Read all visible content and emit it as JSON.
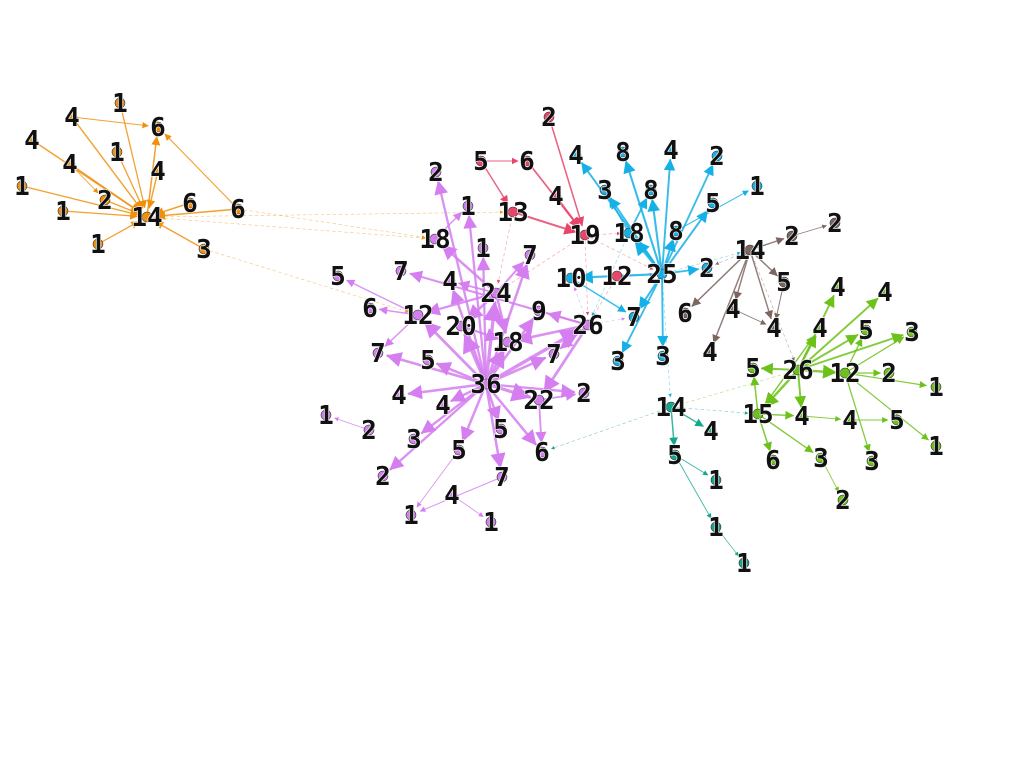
{
  "communities": {
    "orange": "#f0900c",
    "pink": "#e8456a",
    "purple": "#d47ef0",
    "cyan": "#15b0e6",
    "brown": "#7d6560",
    "green": "#6cc21a",
    "teal": "#12a890"
  },
  "nodes": [
    {
      "id": "o14",
      "label": "14",
      "c": "orange"
    },
    {
      "id": "o6a",
      "label": "6",
      "c": "orange"
    },
    {
      "id": "o6b",
      "label": "6",
      "c": "orange"
    },
    {
      "id": "o6c",
      "label": "6",
      "c": "orange"
    },
    {
      "id": "o4a",
      "label": "4",
      "c": "orange"
    },
    {
      "id": "o4b",
      "label": "4",
      "c": "orange"
    },
    {
      "id": "o4c",
      "label": "4",
      "c": "orange"
    },
    {
      "id": "o4d",
      "label": "4",
      "c": "orange"
    },
    {
      "id": "o1a",
      "label": "1",
      "c": "orange"
    },
    {
      "id": "o1b",
      "label": "1",
      "c": "orange"
    },
    {
      "id": "o1c",
      "label": "1",
      "c": "orange"
    },
    {
      "id": "o1d",
      "label": "1",
      "c": "orange"
    },
    {
      "id": "o1e",
      "label": "1",
      "c": "orange"
    },
    {
      "id": "o2",
      "label": "2",
      "c": "orange"
    },
    {
      "id": "o3",
      "label": "3",
      "c": "orange"
    },
    {
      "id": "p19",
      "label": "19",
      "c": "pink"
    },
    {
      "id": "p13",
      "label": "13",
      "c": "pink"
    },
    {
      "id": "p5",
      "label": "5",
      "c": "pink"
    },
    {
      "id": "p6",
      "label": "6",
      "c": "pink"
    },
    {
      "id": "p4",
      "label": "4",
      "c": "pink"
    },
    {
      "id": "p2",
      "label": "2",
      "c": "pink"
    },
    {
      "id": "p12",
      "label": "12",
      "c": "pink"
    },
    {
      "id": "v36",
      "label": "36",
      "c": "purple"
    },
    {
      "id": "v26",
      "label": "26",
      "c": "purple"
    },
    {
      "id": "v24",
      "label": "24",
      "c": "purple"
    },
    {
      "id": "v22",
      "label": "22",
      "c": "purple"
    },
    {
      "id": "v20",
      "label": "20",
      "c": "purple"
    },
    {
      "id": "v18a",
      "label": "18",
      "c": "purple"
    },
    {
      "id": "v18b",
      "label": "18",
      "c": "purple"
    },
    {
      "id": "v12",
      "label": "12",
      "c": "purple"
    },
    {
      "id": "v9",
      "label": "9",
      "c": "purple"
    },
    {
      "id": "v7a",
      "label": "7",
      "c": "purple"
    },
    {
      "id": "v7b",
      "label": "7",
      "c": "purple"
    },
    {
      "id": "v7c",
      "label": "7",
      "c": "purple"
    },
    {
      "id": "v7d",
      "label": "7",
      "c": "purple"
    },
    {
      "id": "v7e",
      "label": "7",
      "c": "purple"
    },
    {
      "id": "v6a",
      "label": "6",
      "c": "purple"
    },
    {
      "id": "v6b",
      "label": "6",
      "c": "purple"
    },
    {
      "id": "v5a",
      "label": "5",
      "c": "purple"
    },
    {
      "id": "v5b",
      "label": "5",
      "c": "purple"
    },
    {
      "id": "v5c",
      "label": "5",
      "c": "purple"
    },
    {
      "id": "v5d",
      "label": "5",
      "c": "purple"
    },
    {
      "id": "v4a",
      "label": "4",
      "c": "purple"
    },
    {
      "id": "v4b",
      "label": "4",
      "c": "purple"
    },
    {
      "id": "v4c",
      "label": "4",
      "c": "purple"
    },
    {
      "id": "v4d",
      "label": "4",
      "c": "purple"
    },
    {
      "id": "v3",
      "label": "3",
      "c": "purple"
    },
    {
      "id": "v2a",
      "label": "2",
      "c": "purple"
    },
    {
      "id": "v2b",
      "label": "2",
      "c": "purple"
    },
    {
      "id": "v2c",
      "label": "2",
      "c": "purple"
    },
    {
      "id": "v2d",
      "label": "2",
      "c": "purple"
    },
    {
      "id": "v1a",
      "label": "1",
      "c": "purple"
    },
    {
      "id": "v1b",
      "label": "1",
      "c": "purple"
    },
    {
      "id": "v1c",
      "label": "1",
      "c": "purple"
    },
    {
      "id": "v1d",
      "label": "1",
      "c": "purple"
    },
    {
      "id": "v1e",
      "label": "1",
      "c": "purple"
    },
    {
      "id": "c25",
      "label": "25",
      "c": "cyan"
    },
    {
      "id": "c18",
      "label": "18",
      "c": "cyan"
    },
    {
      "id": "c10",
      "label": "10",
      "c": "cyan"
    },
    {
      "id": "c8a",
      "label": "8",
      "c": "cyan"
    },
    {
      "id": "c8b",
      "label": "8",
      "c": "cyan"
    },
    {
      "id": "c8c",
      "label": "8",
      "c": "cyan"
    },
    {
      "id": "c7",
      "label": "7",
      "c": "cyan"
    },
    {
      "id": "c5",
      "label": "5",
      "c": "cyan"
    },
    {
      "id": "c4a",
      "label": "4",
      "c": "cyan"
    },
    {
      "id": "c4b",
      "label": "4",
      "c": "cyan"
    },
    {
      "id": "c3a",
      "label": "3",
      "c": "cyan"
    },
    {
      "id": "c3b",
      "label": "3",
      "c": "cyan"
    },
    {
      "id": "c3c",
      "label": "3",
      "c": "cyan"
    },
    {
      "id": "c2a",
      "label": "2",
      "c": "cyan"
    },
    {
      "id": "c2b",
      "label": "2",
      "c": "cyan"
    },
    {
      "id": "c1",
      "label": "1",
      "c": "cyan"
    },
    {
      "id": "b14",
      "label": "14",
      "c": "brown"
    },
    {
      "id": "b5",
      "label": "5",
      "c": "brown"
    },
    {
      "id": "b4a",
      "label": "4",
      "c": "brown"
    },
    {
      "id": "b4b",
      "label": "4",
      "c": "brown"
    },
    {
      "id": "b4c",
      "label": "4",
      "c": "brown"
    },
    {
      "id": "b6",
      "label": "6",
      "c": "brown"
    },
    {
      "id": "b2a",
      "label": "2",
      "c": "brown"
    },
    {
      "id": "b2b",
      "label": "2",
      "c": "brown"
    },
    {
      "id": "g26",
      "label": "26",
      "c": "green"
    },
    {
      "id": "g15",
      "label": "15",
      "c": "green"
    },
    {
      "id": "g12",
      "label": "12",
      "c": "green"
    },
    {
      "id": "g6",
      "label": "6",
      "c": "green"
    },
    {
      "id": "g5a",
      "label": "5",
      "c": "green"
    },
    {
      "id": "g5b",
      "label": "5",
      "c": "green"
    },
    {
      "id": "g5c",
      "label": "5",
      "c": "green"
    },
    {
      "id": "g4a",
      "label": "4",
      "c": "green"
    },
    {
      "id": "g4b",
      "label": "4",
      "c": "green"
    },
    {
      "id": "g4c",
      "label": "4",
      "c": "green"
    },
    {
      "id": "g4d",
      "label": "4",
      "c": "green"
    },
    {
      "id": "g4e",
      "label": "4",
      "c": "green"
    },
    {
      "id": "g3a",
      "label": "3",
      "c": "green"
    },
    {
      "id": "g3b",
      "label": "3",
      "c": "green"
    },
    {
      "id": "g3c",
      "label": "3",
      "c": "green"
    },
    {
      "id": "g2a",
      "label": "2",
      "c": "green"
    },
    {
      "id": "g2b",
      "label": "2",
      "c": "green"
    },
    {
      "id": "g1a",
      "label": "1",
      "c": "green"
    },
    {
      "id": "g1b",
      "label": "1",
      "c": "green"
    },
    {
      "id": "t14",
      "label": "14",
      "c": "teal"
    },
    {
      "id": "t5",
      "label": "5",
      "c": "teal"
    },
    {
      "id": "t4",
      "label": "4",
      "c": "teal"
    },
    {
      "id": "t1a",
      "label": "1",
      "c": "teal"
    },
    {
      "id": "t1b",
      "label": "1",
      "c": "teal"
    },
    {
      "id": "t1c",
      "label": "1",
      "c": "teal"
    }
  ],
  "edges": [
    [
      "o1a",
      "o14"
    ],
    [
      "o1b",
      "o14"
    ],
    [
      "o1c",
      "o14"
    ],
    [
      "o1d",
      "o14"
    ],
    [
      "o1e",
      "o14"
    ],
    [
      "o4a",
      "o14"
    ],
    [
      "o4b",
      "o14"
    ],
    [
      "o4c",
      "o14"
    ],
    [
      "o4d",
      "o14"
    ],
    [
      "o2",
      "o14"
    ],
    [
      "o14",
      "o6a"
    ],
    [
      "o6b",
      "o14"
    ],
    [
      "o6c",
      "o14"
    ],
    [
      "o3",
      "o14"
    ],
    [
      "o6c",
      "o6a"
    ],
    [
      "o4c",
      "o2"
    ],
    [
      "o4a",
      "o6a"
    ],
    [
      "o14",
      "v18a"
    ],
    [
      "o6c",
      "v18a"
    ],
    [
      "o3",
      "v12"
    ],
    [
      "o14",
      "p13"
    ],
    [
      "p5",
      "p6"
    ],
    [
      "p6",
      "p19"
    ],
    [
      "p4",
      "p19"
    ],
    [
      "p13",
      "p19"
    ],
    [
      "p2",
      "p19"
    ],
    [
      "p5",
      "p13"
    ],
    [
      "p19",
      "c18"
    ],
    [
      "p19",
      "c25"
    ],
    [
      "p12",
      "c25"
    ],
    [
      "p13",
      "v24"
    ],
    [
      "p19",
      "v24"
    ],
    [
      "p19",
      "v26"
    ],
    [
      "p12",
      "v26"
    ],
    [
      "v36",
      "v24"
    ],
    [
      "v36",
      "v26"
    ],
    [
      "v36",
      "v18b"
    ],
    [
      "v36",
      "v20"
    ],
    [
      "v36",
      "v22"
    ],
    [
      "v36",
      "v12"
    ],
    [
      "v36",
      "v7b"
    ],
    [
      "v36",
      "v5b"
    ],
    [
      "v36",
      "v4b"
    ],
    [
      "v36",
      "v4c"
    ],
    [
      "v36",
      "v3"
    ],
    [
      "v36",
      "v5c"
    ],
    [
      "v36",
      "v5d"
    ],
    [
      "v36",
      "v7e"
    ],
    [
      "v36",
      "v6b"
    ],
    [
      "v36",
      "v2c"
    ],
    [
      "v36",
      "v1a"
    ],
    [
      "v36",
      "v2a"
    ],
    [
      "v36",
      "v4a"
    ],
    [
      "v36",
      "v7a"
    ],
    [
      "v36",
      "v7c"
    ],
    [
      "v36",
      "v9"
    ],
    [
      "v36",
      "v1b"
    ],
    [
      "v36",
      "v2d"
    ],
    [
      "v24",
      "v18a"
    ],
    [
      "v24",
      "v7a"
    ],
    [
      "v24",
      "v4a"
    ],
    [
      "v24",
      "v12"
    ],
    [
      "v24",
      "v20"
    ],
    [
      "v24",
      "v18b"
    ],
    [
      "v26",
      "v7c"
    ],
    [
      "v26",
      "v7d"
    ],
    [
      "v26",
      "v18b"
    ],
    [
      "v26",
      "v22"
    ],
    [
      "v26",
      "v9"
    ],
    [
      "v26",
      "c10"
    ],
    [
      "v12",
      "v6a"
    ],
    [
      "v12",
      "v5a"
    ],
    [
      "v12",
      "v7b"
    ],
    [
      "v20",
      "v18b"
    ],
    [
      "v22",
      "v2c"
    ],
    [
      "v22",
      "v6b"
    ],
    [
      "v4d",
      "v1e"
    ],
    [
      "v2b",
      "v1c"
    ],
    [
      "v5d",
      "v1d"
    ],
    [
      "v7e",
      "v1d"
    ],
    [
      "v18a",
      "v1a"
    ],
    [
      "v26",
      "c7"
    ],
    [
      "c25",
      "c18"
    ],
    [
      "c25",
      "c8a"
    ],
    [
      "c25",
      "c8b"
    ],
    [
      "c25",
      "c8c"
    ],
    [
      "c25",
      "c4a"
    ],
    [
      "c25",
      "c4b"
    ],
    [
      "c25",
      "c3a"
    ],
    [
      "c25",
      "c2a"
    ],
    [
      "c25",
      "c5"
    ],
    [
      "c25",
      "c7"
    ],
    [
      "c25",
      "c2b"
    ],
    [
      "c25",
      "c10"
    ],
    [
      "c18",
      "c8b"
    ],
    [
      "c18",
      "c3a"
    ],
    [
      "c8c",
      "c1"
    ],
    [
      "c10",
      "c7"
    ],
    [
      "c25",
      "c3b"
    ],
    [
      "c25",
      "c3c"
    ],
    [
      "c25",
      "b14"
    ],
    [
      "c25",
      "t14"
    ],
    [
      "c18",
      "v26"
    ],
    [
      "b14",
      "b5"
    ],
    [
      "b14",
      "b4a"
    ],
    [
      "b14",
      "b4b"
    ],
    [
      "b14",
      "b4c"
    ],
    [
      "b14",
      "b6"
    ],
    [
      "b14",
      "b2a"
    ],
    [
      "b2a",
      "b2b"
    ],
    [
      "b5",
      "b4b"
    ],
    [
      "b4a",
      "b4b"
    ],
    [
      "b14",
      "g26"
    ],
    [
      "b14",
      "c2b"
    ],
    [
      "g26",
      "g12"
    ],
    [
      "g26",
      "g15"
    ],
    [
      "g26",
      "g4a"
    ],
    [
      "g26",
      "g4b"
    ],
    [
      "g26",
      "g4c"
    ],
    [
      "g26",
      "g5b"
    ],
    [
      "g26",
      "g5a"
    ],
    [
      "g26",
      "g3a"
    ],
    [
      "g26",
      "g4d"
    ],
    [
      "g12",
      "g2a"
    ],
    [
      "g12",
      "g3a"
    ],
    [
      "g12",
      "g1a"
    ],
    [
      "g15",
      "g4d"
    ],
    [
      "g4d",
      "g4e"
    ],
    [
      "g4e",
      "g5c"
    ],
    [
      "g15",
      "g6"
    ],
    [
      "g15",
      "g3b"
    ],
    [
      "g15",
      "g5a"
    ],
    [
      "g12",
      "g5b"
    ],
    [
      "g12",
      "g3c"
    ],
    [
      "g12",
      "g1b"
    ],
    [
      "g3b",
      "g2b"
    ],
    [
      "g15",
      "g4a"
    ],
    [
      "g26",
      "t14"
    ],
    [
      "t14",
      "t4"
    ],
    [
      "t14",
      "t5"
    ],
    [
      "t5",
      "t1a"
    ],
    [
      "t5",
      "t1b"
    ],
    [
      "t1b",
      "t1c"
    ],
    [
      "t14",
      "g15"
    ],
    [
      "t14",
      "v6b"
    ]
  ]
}
